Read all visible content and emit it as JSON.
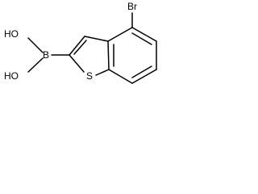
{
  "molecule": {
    "atoms": {
      "bromine": "Br",
      "hydroxyl_top": "HO",
      "boron": "B",
      "hydroxyl_bottom": "HO",
      "sulfur": "S"
    }
  }
}
